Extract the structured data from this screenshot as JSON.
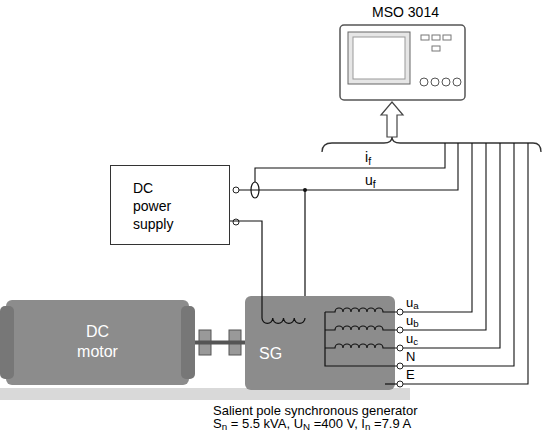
{
  "diagram": {
    "caption": "Salient pole synchronous generator",
    "nodes": [
      {
        "text": [
          "MSO 3014"
        ]
      },
      {
        "text": [
          "DC power supply"
        ]
      },
      {
        "text": [
          "DC motor"
        ]
      },
      {
        "text": [
          "SG"
        ]
      }
    ],
    "edges": [
      {
        "from": 1,
        "to": 3,
        "arrow": "none"
      },
      {
        "from": 2,
        "to": 3,
        "arrow": "none"
      }
    ],
    "labels": [
      "if",
      "uf",
      "ua",
      "ub",
      "uc",
      "N",
      "E",
      "Sn = 5.5 kVA, UN =400 V, In =7.9 A"
    ]
  }
}
